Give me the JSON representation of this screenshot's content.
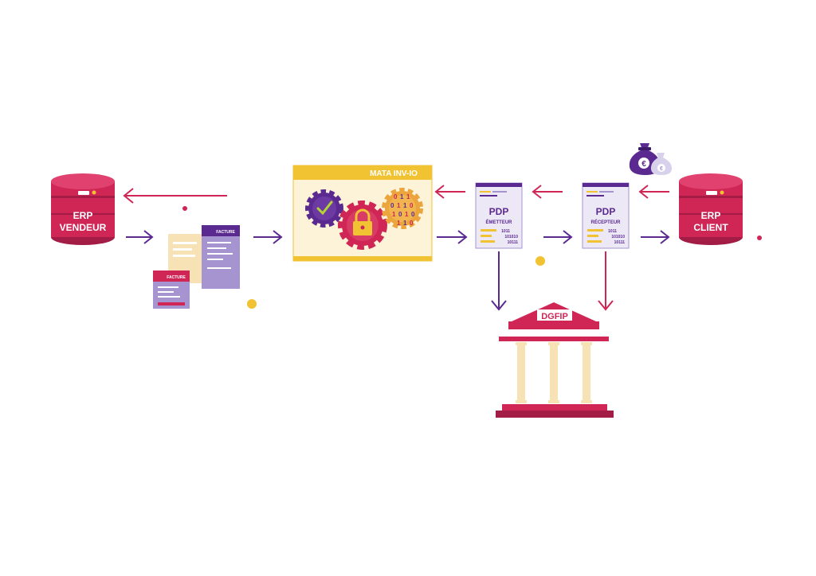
{
  "erp_vendeur": {
    "line1": "ERP",
    "line2": "VENDEUR"
  },
  "erp_client": {
    "line1": "ERP",
    "line2": "CLIENT"
  },
  "invoices": {
    "label": "FACTURE"
  },
  "mata": {
    "title": "MATA INV-IO",
    "binary_digits": [
      "0",
      "1",
      "1",
      "0",
      "1",
      "1",
      "0",
      "1",
      "0",
      "1",
      "0",
      "1",
      "1",
      "0"
    ]
  },
  "pdp_emetteur": {
    "title": "PDP",
    "subtitle": "ÉMETTEUR",
    "binary_rows": [
      "1011",
      "101010",
      "10111"
    ]
  },
  "pdp_recepteur": {
    "title": "PDP",
    "subtitle": "RÉCEPTEUR",
    "binary_rows": [
      "1011",
      "101010",
      "10111"
    ]
  },
  "dgfip": {
    "label": "DGFIP"
  },
  "money": {
    "symbol": "€"
  },
  "colors": {
    "crimson": "#cf2656",
    "purple": "#5b2a91",
    "yellow": "#f1c232",
    "orange": "#eba53c",
    "lavender": "#a594cf",
    "cream": "#f7e2b6"
  }
}
